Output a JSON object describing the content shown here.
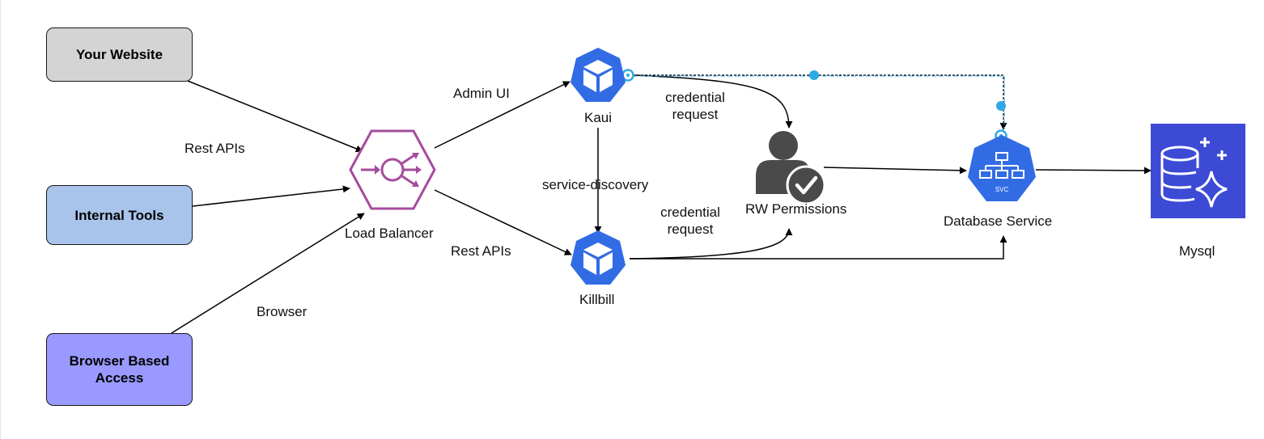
{
  "colors": {
    "box_website": "#d4d4d4",
    "box_internal": "#a9c4eb",
    "box_browser": "#9999ff",
    "load_balancer": "#a54c9e",
    "kube_blue": "#326ce5",
    "azure_sql": "#3c4ad6",
    "highlight": "#2fa8e6",
    "edge": "#000000"
  },
  "boxes": {
    "your_website": "Your Website",
    "internal_tools": "Internal Tools",
    "browser_access": "Browser Based Access"
  },
  "nodes": {
    "load_balancer": {
      "label": "Load Balancer",
      "icon": "load-balancer-icon"
    },
    "kaui": {
      "label": "Kaui",
      "icon": "kubernetes-pod-icon"
    },
    "killbill": {
      "label": "Killbill",
      "icon": "kubernetes-pod-icon"
    },
    "rw_permissions": {
      "label": "RW Permissions",
      "icon": "user-check-icon"
    },
    "database_service": {
      "label": "Database Service",
      "icon": "kubernetes-svc-icon",
      "icon_text": "SVC"
    },
    "mysql": {
      "label": "Mysql",
      "icon": "azure-sql-database-icon"
    }
  },
  "edge_labels": {
    "rest_apis_left": "Rest APIs",
    "browser": "Browser",
    "admin_ui": "Admin UI",
    "rest_apis_right": "Rest APIs",
    "service_discovery": "service-discovery",
    "credential_request_top": "credential request",
    "credential_request_bottom": "credential request"
  }
}
